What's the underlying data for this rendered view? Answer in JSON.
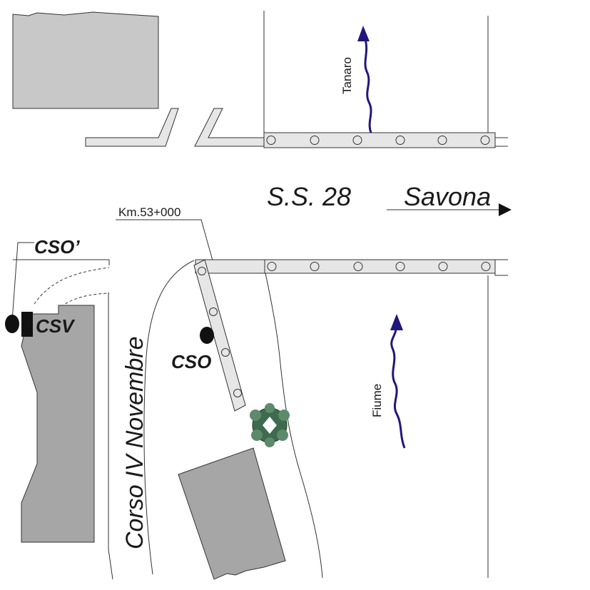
{
  "labels": {
    "road_name": "S.S. 28",
    "direction": "Savona",
    "river_tanaro": "Tanaro",
    "river_fiume": "Fiume",
    "street": "Corso IV Novembre",
    "km_marker": "Km.53+000",
    "cso_prime": "CSO’",
    "csv": "CSV",
    "cso": "CSO"
  },
  "colors": {
    "building": "#c8c8c8",
    "building_dark": "#a6a6a6",
    "bridge": "#e6e6e6",
    "river_arrow": "#22177a",
    "tree": "#3e6b4e",
    "line": "#333333",
    "marker": "#111111"
  },
  "icons": {
    "direction": "arrow-right-icon",
    "river_flow": "arrow-up-icon",
    "tree": "tree-icon",
    "station": "station-marker-icon"
  }
}
